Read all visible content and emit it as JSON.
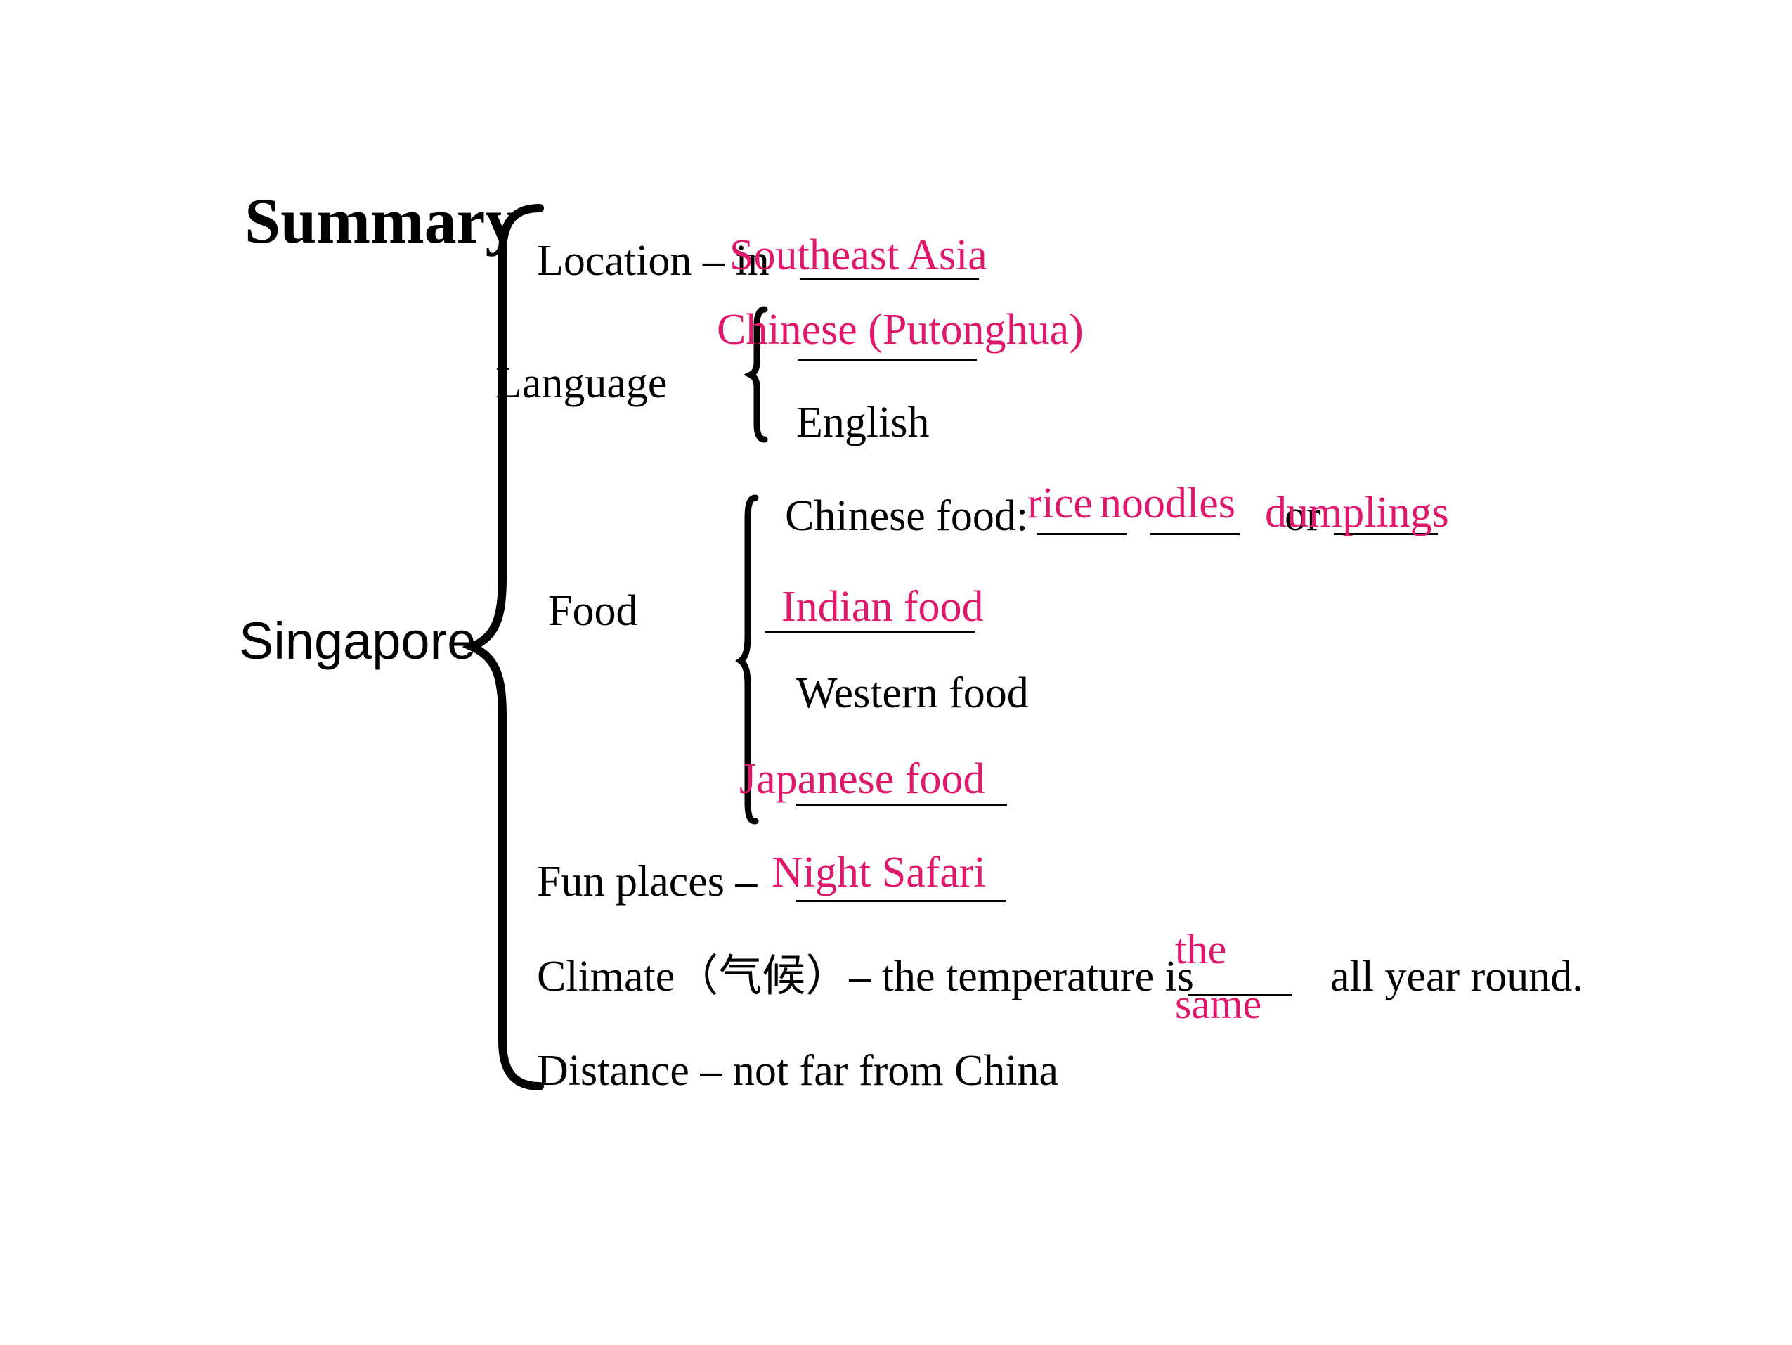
{
  "title": "Summary",
  "root": "Singapore",
  "location": {
    "label": "Location – in",
    "answer": "Southeast Asia"
  },
  "language": {
    "label": "Language",
    "answer": "Chinese (Putonghua)",
    "item2": "English"
  },
  "food": {
    "label": "Food",
    "chinese_label": "Chinese food:",
    "chinese_answer1": "rice",
    "chinese_answer2": "noodles",
    "chinese_or": "or",
    "chinese_answer3": "dumplings",
    "item2_answer": "Indian food",
    "item3": "Western food",
    "item4_answer": "Japanese food"
  },
  "fun_places": {
    "label": "Fun places –",
    "answer": "Night Safari"
  },
  "climate": {
    "label": "Climate（气候）– the temperature is",
    "answer_line1": "the",
    "answer_line2": "same",
    "suffix": "all year round."
  },
  "distance": {
    "label": "Distance – not far from China"
  },
  "colors": {
    "answer": "#e0186c",
    "text": "#000000",
    "background": "#ffffff"
  }
}
